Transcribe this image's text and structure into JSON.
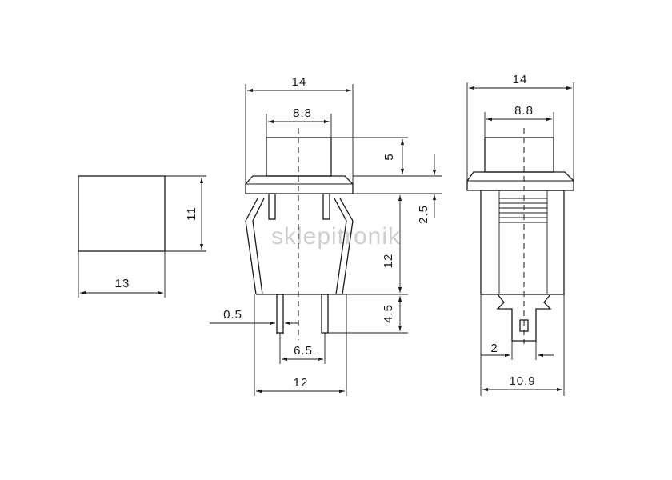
{
  "watermark": "sklepitronik",
  "front_view": {
    "width_dim": "13",
    "height_dim": "11"
  },
  "side_view": {
    "top_width": "14",
    "cap_width": "8.8",
    "cap_height": "5",
    "flange": "2.5",
    "body_height": "12",
    "pin_length": "4.5",
    "pin_width": "0.5",
    "pin_spacing": "6.5",
    "body_width": "12"
  },
  "end_view": {
    "top_width": "14",
    "cap_width": "8.8",
    "terminal_offset": "2",
    "body_width": "10.9"
  }
}
